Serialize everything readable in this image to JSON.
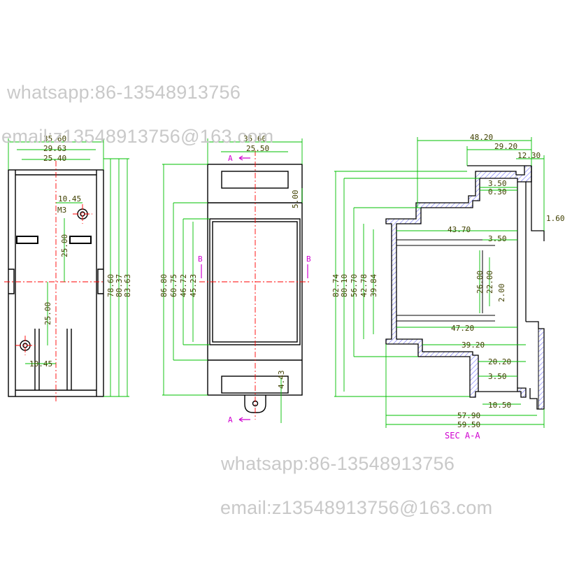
{
  "watermarks": {
    "top_whatsapp": "whatsapp:86-13548913756",
    "top_email": "email:z13548913756@163.com",
    "bottom_whatsapp": "whatsapp:86-13548913756",
    "bottom_email": "email:z13548913756@163.com"
  },
  "colors": {
    "outline": "#000000",
    "dimension": "#00c000",
    "dim_text": "#404000",
    "centerline": "#ff0000",
    "section_mark": "#d000d0",
    "hatch": "#7070ff"
  },
  "views": {
    "left": {
      "top_dims": [
        "35.60",
        "29.63",
        "25.40"
      ],
      "right_dims": [
        "78.60",
        "80.37",
        "83.63"
      ],
      "screw_label": "M3",
      "hole_spacing_top": "10.45",
      "hole_spacing_bottom": "10.45",
      "vertical_top": "25.00",
      "vertical_bottom": "25.00"
    },
    "middle": {
      "top_dims": [
        "35.60",
        "25.50"
      ],
      "section_label_a": "A",
      "section_label_b": "B",
      "left_dims": [
        "86.80",
        "60.75",
        "46.72",
        "45.23"
      ],
      "small_dim_top": "5.00",
      "small_dim_bottom": "4.43"
    },
    "right": {
      "top_dims": [
        "48.20",
        "29.20",
        "12.30"
      ],
      "left_dims": [
        "82.74",
        "80.10",
        "56.70",
        "42.78",
        "39.84"
      ],
      "inner_dims": {
        "d350_top": "3.50",
        "d030": "0.30",
        "d160": "1.60",
        "d4370": "43.70",
        "d350_mid": "3.50",
        "d2600": "26.00",
        "d2200": "22.00",
        "d200": "2.00",
        "d4720": "47.20",
        "d3920": "39.20",
        "d2020": "20.20",
        "d350_bot": "3.50",
        "d1050": "10.50"
      },
      "bottom_dims": [
        "57.90",
        "59.50"
      ],
      "section_title": "SEC A-A"
    }
  }
}
